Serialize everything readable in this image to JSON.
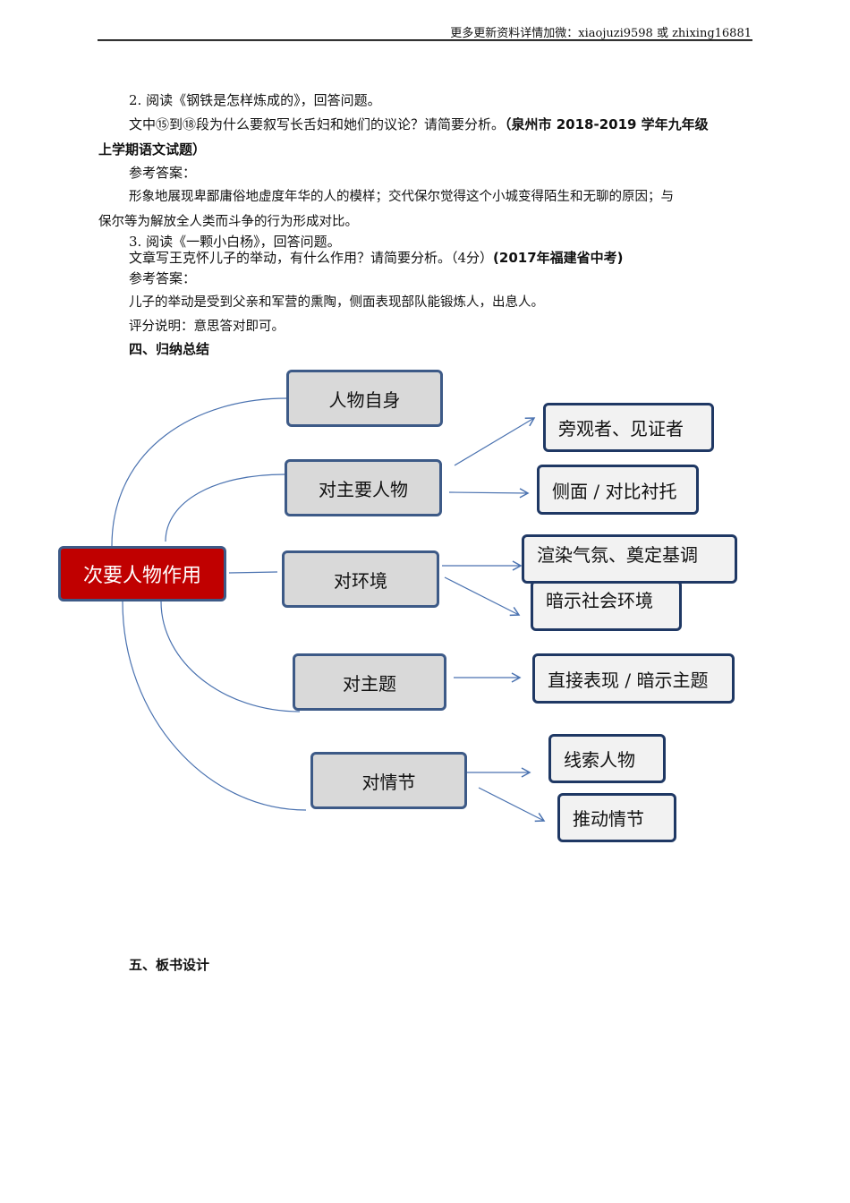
{
  "header": {
    "text": "更多更新资料详情加微：xiaojuzi9598 或 zhixing16881"
  },
  "q2": {
    "title": "2. 阅读《钢铁是怎样炼成的》，回答问题。",
    "question": "文中⑮到⑱段为什么要叙写长舌妇和她们的议论？请简要分析。",
    "source_a": "（泉州市 2018-2019 学年九年级",
    "source_b": "上学期语文试题）",
    "answer_label": "参考答案：",
    "answer_a": "形象地展现卑鄙庸俗地虚度年华的人的模样；交代保尔觉得这个小城变得陌生和无聊的原因；与",
    "answer_b": "保尔等为解放全人类而斗争的行为形成对比。"
  },
  "q3": {
    "title": "3. 阅读《一颗小白杨》，回答问题。",
    "question": "文章写王克怀儿子的举动，有什么作用？请简要分析。（4分）",
    "source": "(2017年福建省中考)",
    "answer_label": "参考答案：",
    "answer": "儿子的举动是受到父亲和军营的熏陶，侧面表现部队能锻炼人，出息人。",
    "scoring": "评分说明：意思答对即可。"
  },
  "section4": "四、归纳总结",
  "section5": "五、板书设计",
  "diagram": {
    "root": "次要人物作用",
    "branches": [
      "人物自身",
      "对主要人物",
      "对环境",
      "对主题",
      "对情节"
    ],
    "leaves": [
      "旁观者、见证者",
      "侧面 / 对比衬托",
      "渲染气氛、奠定基调",
      "暗示社会环境",
      "直接表现 / 暗示主题",
      "线索人物",
      "推动情节"
    ]
  }
}
